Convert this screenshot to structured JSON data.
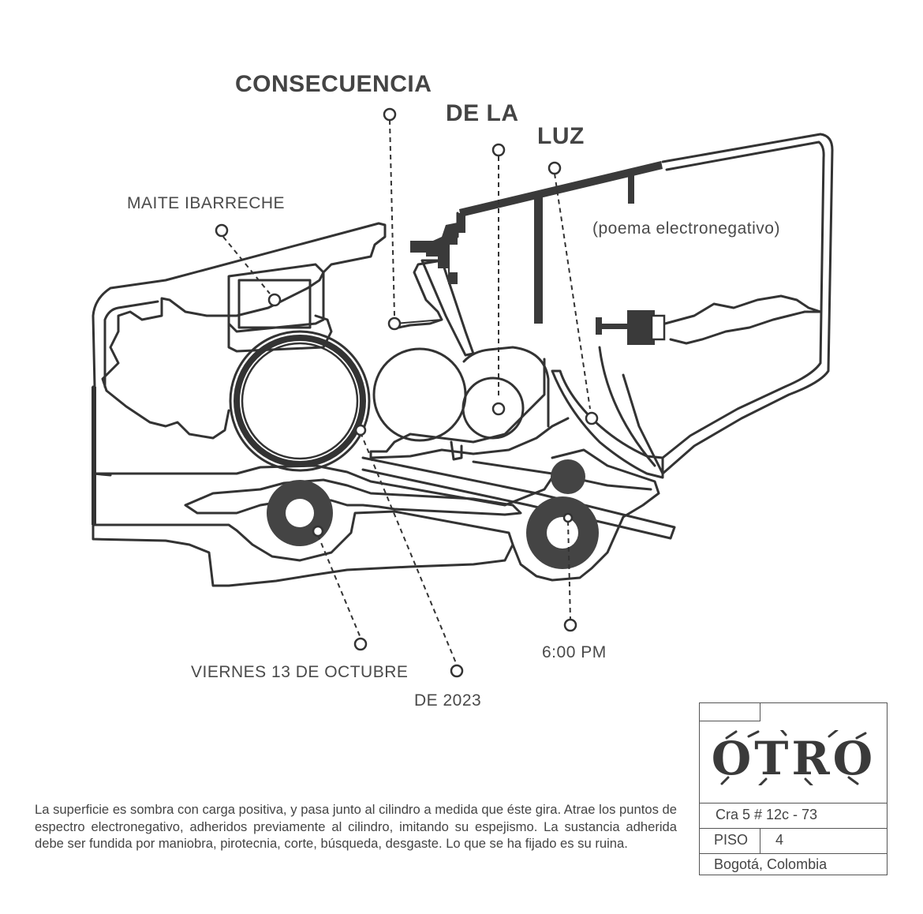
{
  "title": {
    "line1": "CONSECUENCIA",
    "line2": "DE LA",
    "line3": "LUZ"
  },
  "artist": "MAITE IBARRECHE",
  "subtitle": "(poema electronegativo)",
  "date": {
    "line1": "VIERNES 13 DE OCTUBRE",
    "line2": "DE 2023"
  },
  "time": "6:00 PM",
  "description": "La superficie es sombra con carga positiva, y pasa junto al cilindro a medida que éste gira. Atrae los puntos de espectro electronegativo, adheridos previamente al cilindro, imitando su espejismo. La sustancia adherida debe ser fundida por maniobra, pirotecnia, corte, búsqueda, desgaste. Lo que se ha fijado es su ruina.",
  "venue": {
    "logo_text": "OTRO",
    "address": "Cra 5 # 12c - 73",
    "floor_label": "PISO",
    "floor_value": "4",
    "city": "Bogotá, Colombia"
  },
  "colors": {
    "line": "#333333",
    "text": "#444444",
    "background": "#ffffff"
  }
}
